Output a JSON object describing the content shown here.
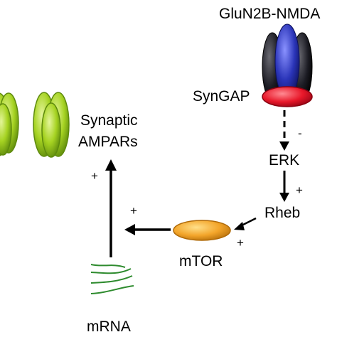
{
  "labels": {
    "receptor": "GluN2B-NMDA",
    "syngap": "SynGAP",
    "synaptic": "Synaptic",
    "ampars": "AMPARs",
    "erk": "ERK",
    "rheb": "Rheb",
    "mtor": "mTOR",
    "mrna": "mRNA"
  },
  "signs": {
    "syngap_erk": "-",
    "erk_rheb": "+",
    "rheb_mtor": "+",
    "mtor_mrna": "+",
    "mrna_ampars": "+"
  },
  "colors": {
    "receptor_dark": "#1c1c24",
    "receptor_blue": "#2a34b8",
    "syngap": "#e8182a",
    "ampar_green": "#9ccc1c",
    "mtor_orange": "#f3a52a",
    "mrna_green": "#2e8b2e"
  }
}
